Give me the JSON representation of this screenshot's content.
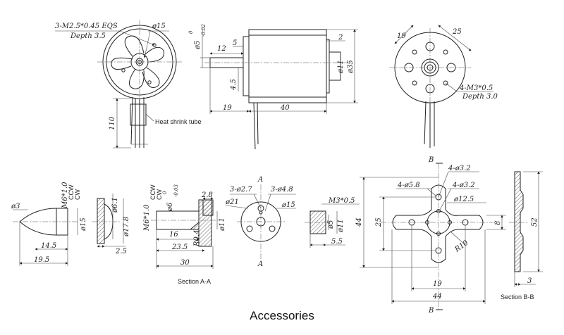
{
  "title": "Accessories",
  "motor_front": {
    "note_mount": "3-M2.5*0.45 EQS",
    "note_depth": "Depth 3.5",
    "dia": "ø15",
    "cable_len": "110",
    "heat_shrink": "Heat shrink tube"
  },
  "motor_side": {
    "shaft_dia": "ø5",
    "shaft_tol_top": "0",
    "shaft_tol_bot": "-0.02",
    "d12": "12",
    "d5": "5",
    "d2": "2",
    "d11": "ø11",
    "d35": "ø35",
    "d4_5": "4.5",
    "d19": "19",
    "d40": "40"
  },
  "motor_rear": {
    "d19": "19",
    "d25": "25",
    "mount": "4-M3*0.5",
    "depth": "Depth 3.0"
  },
  "spinner": {
    "d3": "ø3",
    "thread": "M6*1.0",
    "ccw": "CCW",
    "cw": "CW",
    "d15": "ø15",
    "d14_5": "14.5",
    "d19_5": "19.5"
  },
  "washer": {
    "d6_1": "ø6.1",
    "d17_8": "ø17.8",
    "d2_5": "2.5"
  },
  "prop_adapter": {
    "thread": "M6*1.0",
    "ccw": "CCW",
    "cw": "CW",
    "bore": "ø6",
    "bore_tol_top": "0",
    "bore_tol_bot": "-0.03",
    "d2_8": "2.8",
    "d11": "ø11",
    "d16": "16",
    "r0_4": "R0.4",
    "d23_5": "23.5",
    "d30": "30",
    "section": "Section A-A"
  },
  "adapter_face": {
    "holes1": "3-ø2.7",
    "holes2": "3-ø4.8",
    "d21": "ø21",
    "d15": "ø15",
    "cut_a": "A"
  },
  "nut": {
    "thread": "M3*0.5",
    "d5": "ø5",
    "d11": "ø11",
    "d5_5": "5.5"
  },
  "x_mount": {
    "holes1": "4-ø3.2",
    "holes2": "4-ø5.8",
    "holes3": "4-ø3.2",
    "d12_5": "ø12.5",
    "d44": "44",
    "d25": "25",
    "d8": "8",
    "r10": "R10",
    "d19": "19",
    "d44b": "44",
    "cut_b": "B"
  },
  "x_section": {
    "d52": "52",
    "d3": "3",
    "section": "Section B-B"
  }
}
